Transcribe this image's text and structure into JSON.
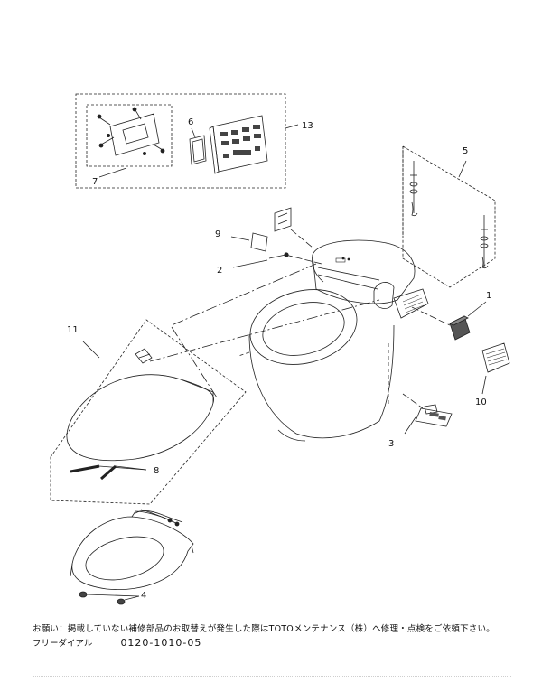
{
  "part_labels": {
    "p1": "1",
    "p2": "2",
    "p3": "3",
    "p4": "4",
    "p5": "5",
    "p6": "6",
    "p7": "7",
    "p8": "8",
    "p9": "9",
    "p10": "10",
    "p11": "11",
    "p13": "13"
  },
  "notice": {
    "text": "お願い：掲載していない補修部品のお取替えが発生した際はTOTOメンテナンス（株）へ修理・点検をご依頼下さい。",
    "freedial_label": "フリーダイアル",
    "phone": "0120-1010-05"
  }
}
